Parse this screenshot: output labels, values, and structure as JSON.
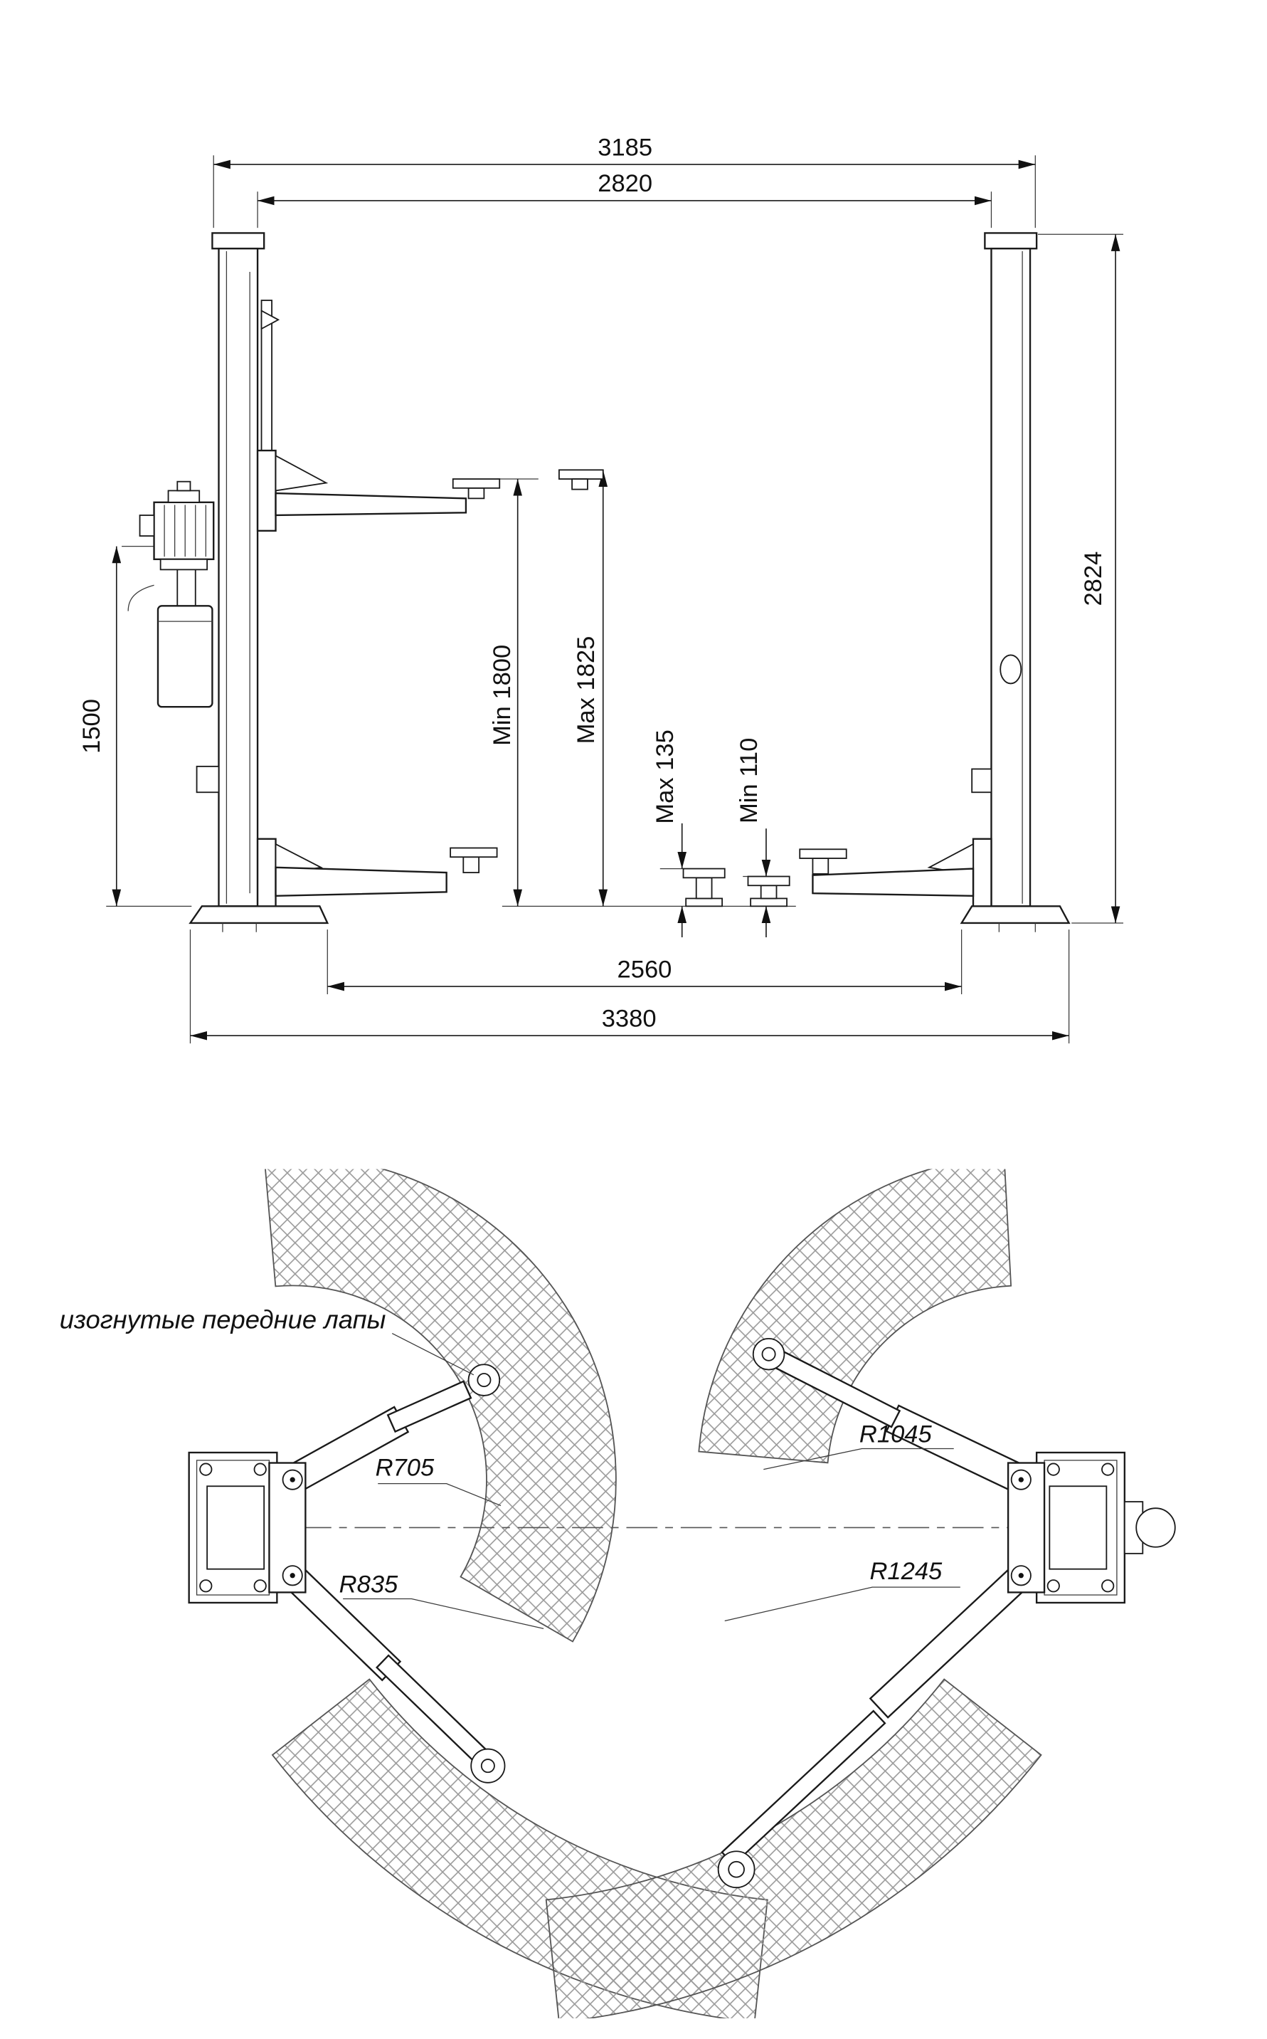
{
  "page": {
    "background": "#ffffff",
    "line_color": "#1a1a1a",
    "hatch_color": "#999999"
  },
  "front_view": {
    "dim_width_top_posts_outer": "3185",
    "dim_width_posts_inner": "2820",
    "dim_height_overall": "2824",
    "dim_height_power_unit": "1500",
    "dim_lift_height_min": "Min 1800",
    "dim_lift_height_max": "Max 1825",
    "dim_pad_height_max": "Max 135",
    "dim_pad_height_min": "Min 110",
    "dim_width_base_inner": "2560",
    "dim_width_base_overall": "3380"
  },
  "plan_view": {
    "note_front_arms": "изогнутые передние лапы",
    "radius_front_arm_min": "R705",
    "radius_front_arm_max": "R835",
    "radius_rear_arm_min": "R1045",
    "radius_rear_arm_max": "R1245"
  }
}
